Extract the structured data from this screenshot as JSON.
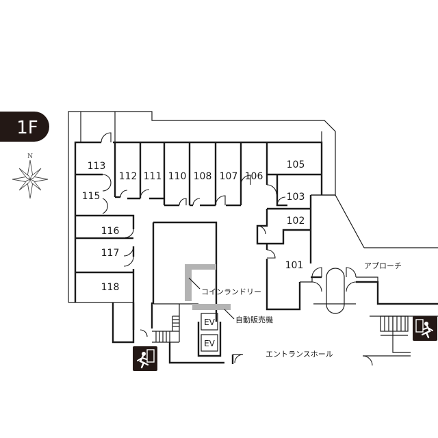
{
  "floor_badge": {
    "label": "1F",
    "color": "#231815"
  },
  "compass": {
    "north_label": "N",
    "icon": "compass-rose-icon"
  },
  "rooms": [
    {
      "id": "113",
      "label": "113"
    },
    {
      "id": "112",
      "label": "112"
    },
    {
      "id": "111",
      "label": "111"
    },
    {
      "id": "110",
      "label": "110"
    },
    {
      "id": "108",
      "label": "108"
    },
    {
      "id": "107",
      "label": "107"
    },
    {
      "id": "106",
      "label": "106"
    },
    {
      "id": "105",
      "label": "105"
    },
    {
      "id": "103",
      "label": "103"
    },
    {
      "id": "102",
      "label": "102"
    },
    {
      "id": "101",
      "label": "101"
    },
    {
      "id": "115",
      "label": "115"
    },
    {
      "id": "116",
      "label": "116"
    },
    {
      "id": "117",
      "label": "117"
    },
    {
      "id": "118",
      "label": "118"
    }
  ],
  "areas": {
    "coin_laundry": "コインランドリー",
    "vending_machine": "自動販売機",
    "approach": "アプローチ",
    "entrance_hall": "エントランスホール"
  },
  "elevators": [
    {
      "label": "EV"
    },
    {
      "label": "EV"
    }
  ],
  "emergency_exits": [
    {
      "icon": "emergency-exit-icon"
    },
    {
      "icon": "emergency-exit-icon"
    }
  ],
  "colors": {
    "wall": "#1a1a1a",
    "highlight": "#b3b3b3"
  }
}
